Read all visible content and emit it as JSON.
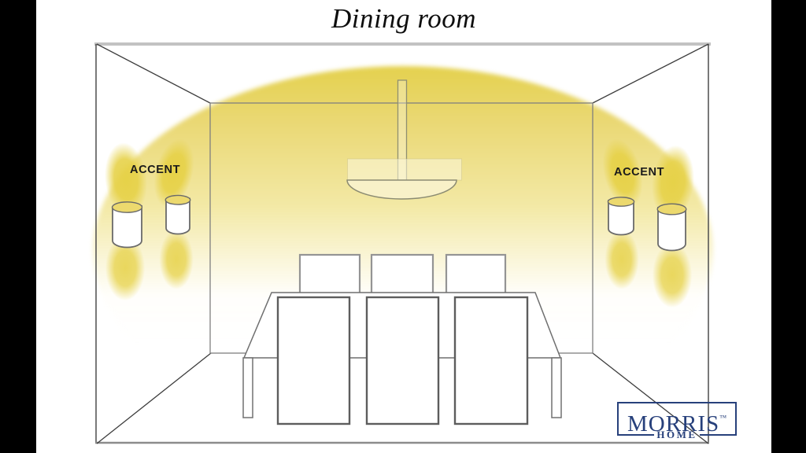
{
  "title": "Dining room",
  "diagram": {
    "accent_left": "ACCENT",
    "accent_right": "ACCENT",
    "fixtures": [
      "pendant-light",
      "wall-sconce-outer-left",
      "wall-sconce-inner-left",
      "wall-sconce-inner-right",
      "wall-sconce-outer-right",
      "dining-table",
      "three-chair-backs",
      "three-front-chairs"
    ]
  },
  "logo": {
    "brand": "MORRIS",
    "trademark": "™",
    "subtitle": "HOME"
  },
  "colors": {
    "glow_yellow": "#e6d355",
    "logo_navy": "#27407b",
    "accent_text": "#1b1b1b",
    "line_gray": "#6e6e6e",
    "letterbox": "#000000"
  }
}
